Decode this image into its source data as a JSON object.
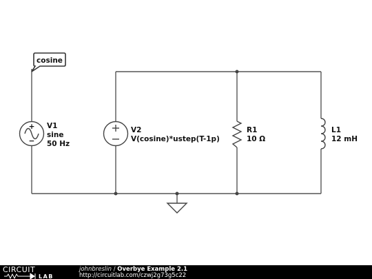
{
  "diagram": {
    "net_label": "cosine",
    "components": [
      {
        "ref": "V1",
        "line2": "sine",
        "line3": "50 Hz"
      },
      {
        "ref": "V2",
        "line2": "V(cosine)*ustep(T-1p)"
      },
      {
        "ref": "R1",
        "line2": "10 Ω"
      },
      {
        "ref": "L1",
        "line2": "12 mH"
      }
    ],
    "plus_sign": "+",
    "minus_sign": "−"
  },
  "footer": {
    "logo_top": "CIRCUIT",
    "logo_bottom": "LAB",
    "author": "johnbreslin",
    "separator": " / ",
    "title": "Overbye Example 2.1",
    "url": "http://circuitlab.com/czwj2g73g5c22"
  }
}
